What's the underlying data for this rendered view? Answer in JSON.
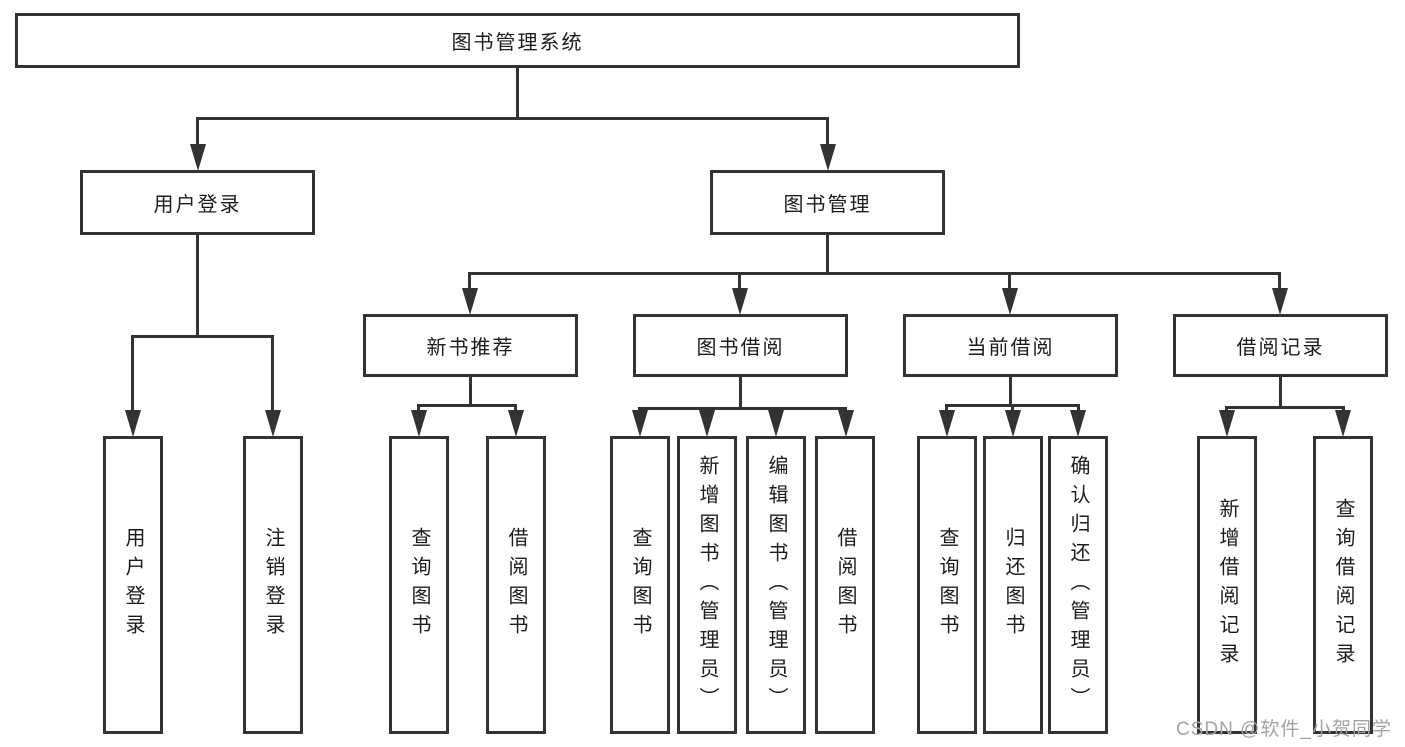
{
  "diagram": {
    "root": "图书管理系统",
    "branches": [
      {
        "label": "用户登录",
        "children": [
          "用户登录",
          "注销登录"
        ]
      },
      {
        "label": "图书管理",
        "sections": [
          {
            "label": "新书推荐",
            "children": [
              "查询图书",
              "借阅图书"
            ]
          },
          {
            "label": "图书借阅",
            "children": [
              "查询图书",
              "新增图书（管理员）",
              "编辑图书（管理员）",
              "借阅图书"
            ]
          },
          {
            "label": "当前借阅",
            "children": [
              "查询图书",
              "归还图书",
              "确认归还（管理员）"
            ]
          },
          {
            "label": "借阅记录",
            "children": [
              "新增借阅记录",
              "查询借阅记录"
            ]
          }
        ]
      }
    ]
  },
  "watermark": "CSDN @软件_小贺同学",
  "colors": {
    "line": "#333333",
    "text": "#1c1c1c",
    "watermark": "#a3a3a3",
    "background": "#ffffff"
  }
}
